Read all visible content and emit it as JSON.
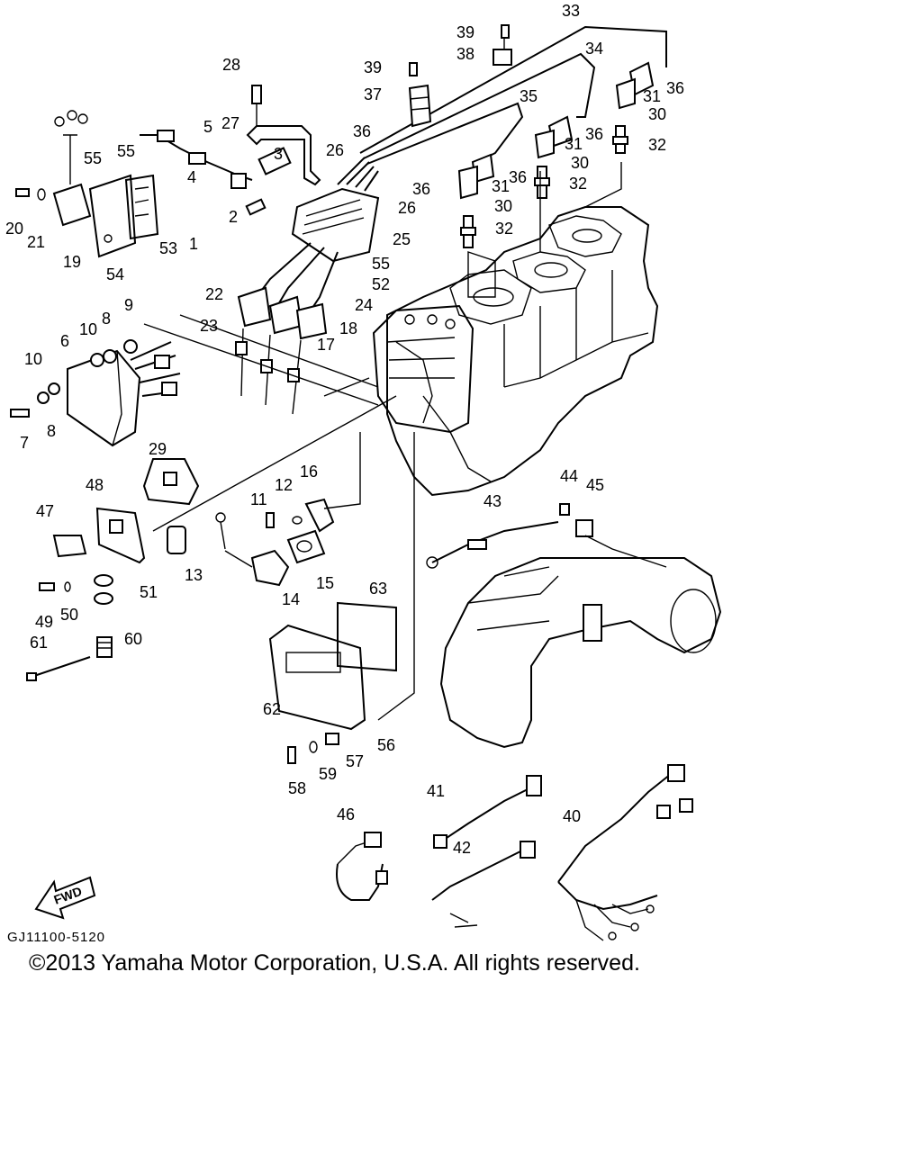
{
  "diagram": {
    "callouts": [
      "1",
      "2",
      "3",
      "4",
      "5",
      "6",
      "7",
      "8",
      "9",
      "10",
      "11",
      "12",
      "13",
      "14",
      "15",
      "16",
      "17",
      "18",
      "19",
      "20",
      "21",
      "22",
      "23",
      "24",
      "25",
      "26",
      "27",
      "28",
      "29",
      "30",
      "31",
      "32",
      "33",
      "34",
      "35",
      "36",
      "37",
      "38",
      "39",
      "40",
      "41",
      "42",
      "43",
      "44",
      "45",
      "46",
      "47",
      "48",
      "49",
      "50",
      "51",
      "52",
      "53",
      "54",
      "55",
      "56",
      "57",
      "58",
      "59",
      "60",
      "61",
      "62",
      "63"
    ],
    "fwd_label": "FWD",
    "code": "GJ11100-5120"
  },
  "footer": {
    "copyright": "©2013 Yamaha Motor Corporation, U.S.A. All rights reserved."
  }
}
